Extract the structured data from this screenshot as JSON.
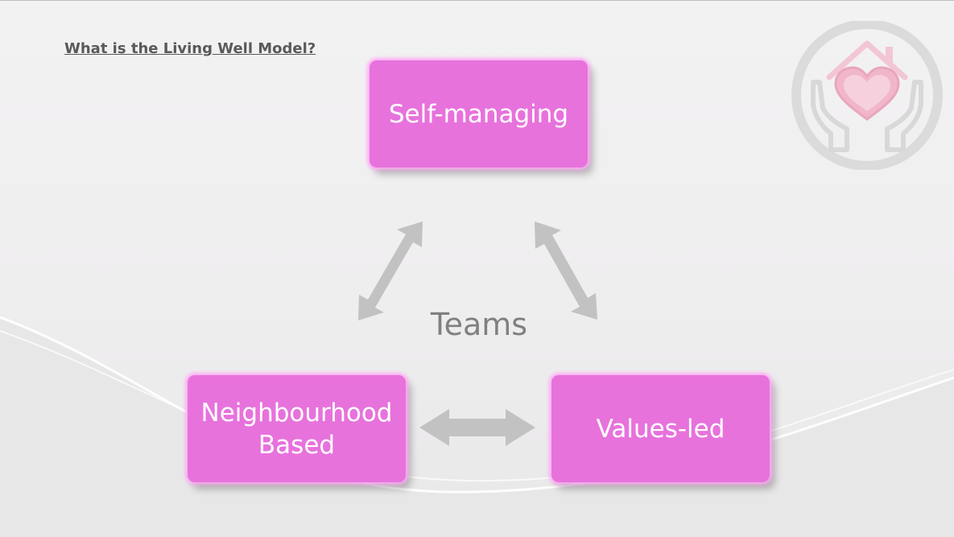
{
  "slide": {
    "title": "What is the Living Well Model?"
  },
  "diagram": {
    "center_label": "Teams",
    "nodes": {
      "top": "Self-managing",
      "left_line1": "Neighbourhood",
      "left_line2": "Based",
      "right": "Values-led"
    },
    "connections": [
      "Self-managing ↔ Neighbourhood Based",
      "Self-managing ↔ Values-led",
      "Neighbourhood Based ↔ Values-led"
    ]
  },
  "colors": {
    "box_fill": "#e772dc",
    "box_glow": "#ffaaf5",
    "arrow": "#c2c2c2",
    "center_text": "#808080",
    "title_text": "#595959"
  },
  "logo": {
    "icon": "house-heart-hands-icon"
  }
}
